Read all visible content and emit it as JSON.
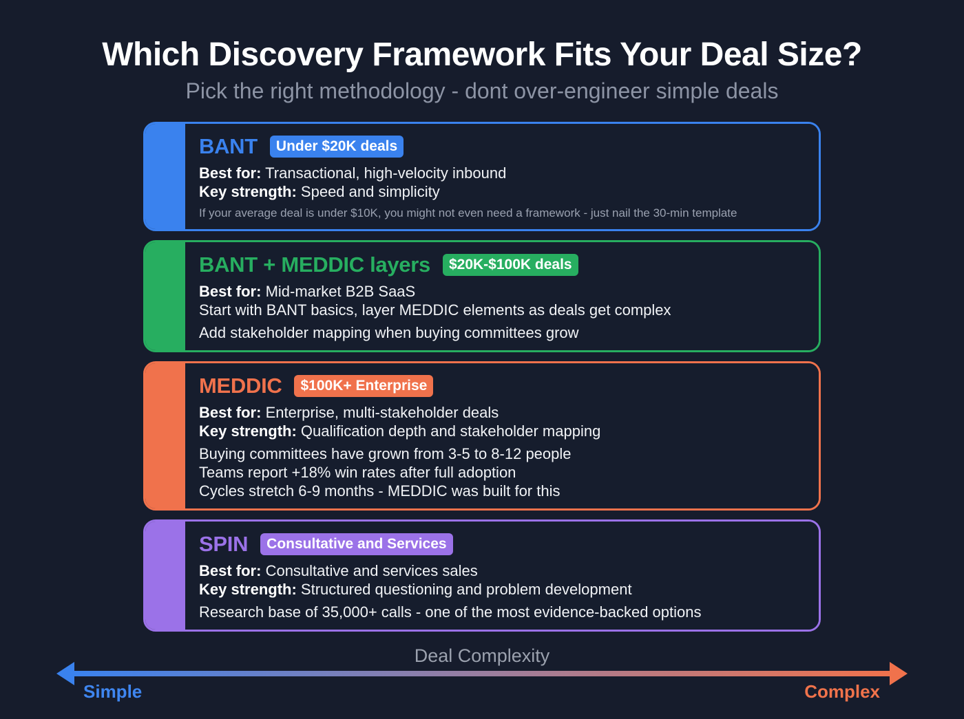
{
  "header": {
    "title": "Which Discovery Framework Fits Your Deal Size?",
    "subtitle": "Pick the right methodology - dont over-engineer simple deals"
  },
  "colors": {
    "background": "#161c2c",
    "bant": "#3a82ee",
    "bant_meddic": "#27ae60",
    "meddic": "#f0724c",
    "spin": "#9b72e8"
  },
  "frameworks": [
    {
      "name": "BANT",
      "badge": "Under $20K deals",
      "best_for_label": "Best for:",
      "best_for": "Transactional, high-velocity inbound",
      "key_strength_label": "Key strength:",
      "key_strength": "Speed and simplicity",
      "note": "If your average deal is under $10K, you might not even need a framework - just nail the 30-min template"
    },
    {
      "name": "BANT + MEDDIC layers",
      "badge": "$20K-$100K deals",
      "best_for_label": "Best for:",
      "best_for": "Mid-market B2B SaaS",
      "details": [
        "Start with BANT basics, layer MEDDIC elements as deals get complex",
        "Add stakeholder mapping when buying committees grow"
      ]
    },
    {
      "name": "MEDDIC",
      "badge": "$100K+ Enterprise",
      "best_for_label": "Best for:",
      "best_for": "Enterprise, multi-stakeholder deals",
      "key_strength_label": "Key strength:",
      "key_strength": "Qualification depth and stakeholder mapping",
      "details": [
        "Buying committees have grown from 3-5 to 8-12 people",
        "Teams report +18% win rates after full adoption",
        "Cycles stretch 6-9 months - MEDDIC was built for this"
      ]
    },
    {
      "name": "SPIN",
      "badge": "Consultative and Services",
      "best_for_label": "Best for:",
      "best_for": "Consultative and services sales",
      "key_strength_label": "Key strength:",
      "key_strength": "Structured questioning and problem development",
      "details": [
        "Research base of 35,000+ calls - one of the most evidence-backed options"
      ]
    }
  ],
  "axis": {
    "label": "Deal Complexity",
    "left": "Simple",
    "right": "Complex"
  }
}
